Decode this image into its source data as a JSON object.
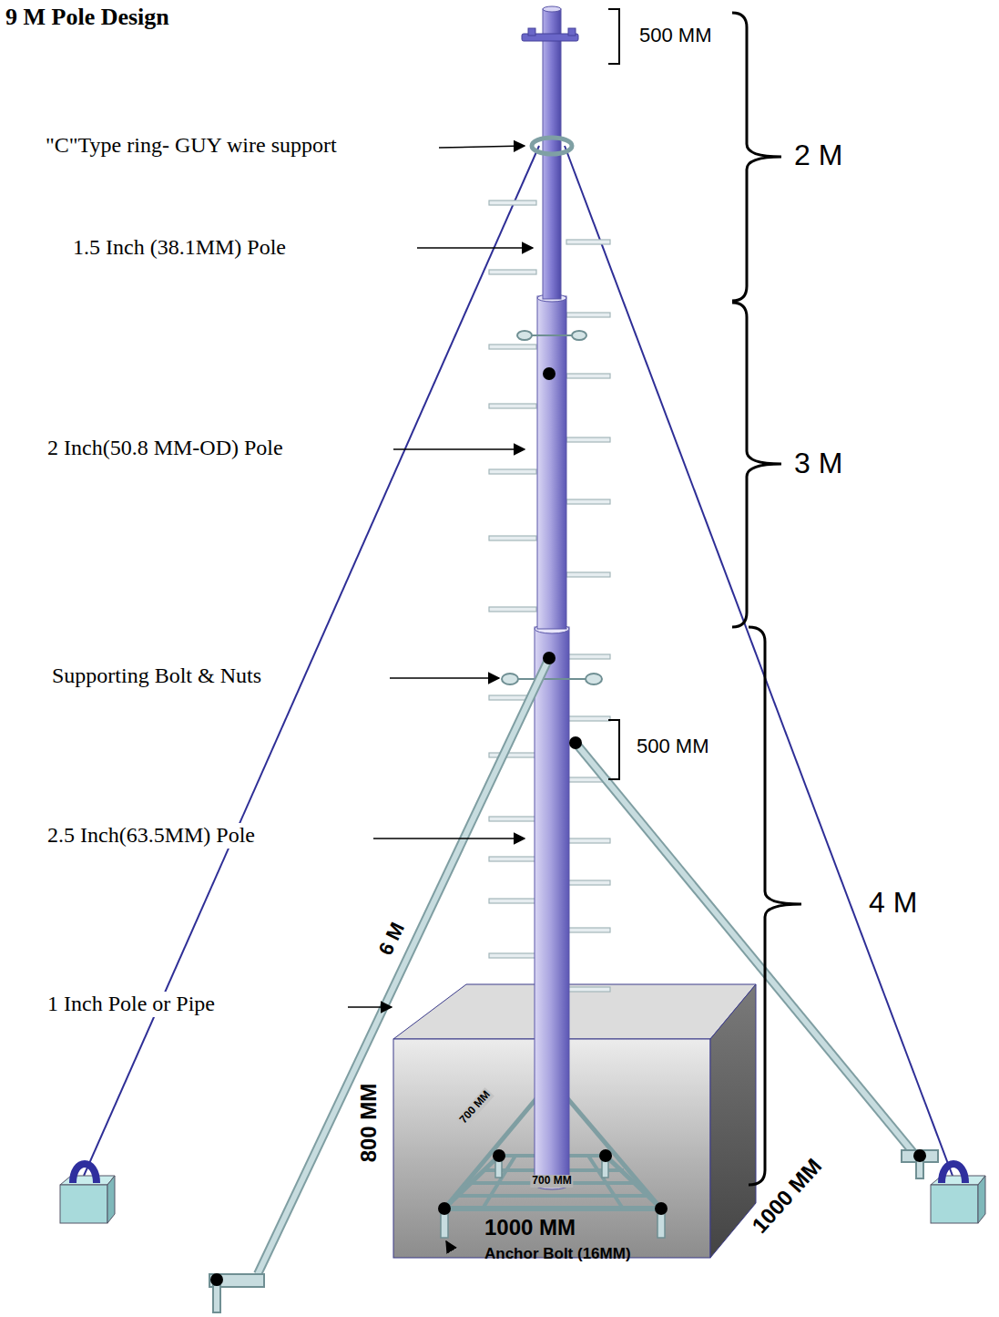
{
  "diagram": {
    "title": "9 M Pole Design",
    "labels": [
      "500 MM",
      "\"C\"Type ring- GUY wire support",
      "2 M",
      "1.5 Inch (38.1MM) Pole",
      "3 M",
      "2 Inch(50.8 MM-OD) Pole",
      "Supporting Bolt & Nuts",
      "500 MM",
      "2.5 Inch(63.5MM) Pole",
      "4 M",
      "6 M",
      "1 Inch Pole or Pipe",
      "800 MM",
      "700 MM",
      "700 MM",
      "1000 MM",
      "1000 MM",
      "Anchor Bolt (16MM)"
    ]
  }
}
